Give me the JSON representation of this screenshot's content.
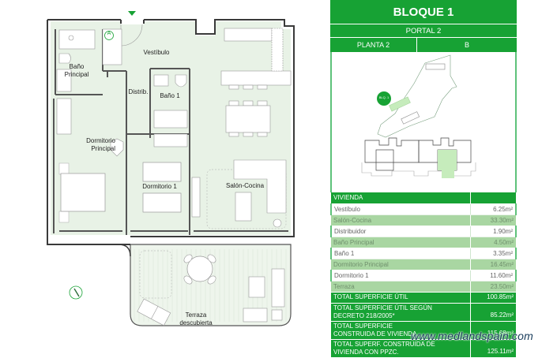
{
  "plan": {
    "rooms": {
      "vestibulo": "Vestíbulo",
      "bano_principal": [
        "Baño",
        "Principal"
      ],
      "distrib": "Distrib.",
      "bano_1": "Baño 1",
      "dormitorio_principal": [
        "Dormitorio",
        "Principal"
      ],
      "dormitorio_1": "Dormitorio 1",
      "salon_cocina": "Salón-Cocina",
      "terraza": [
        "Terraza",
        "descubierta"
      ]
    },
    "laundry_marker": "A",
    "entrance_marker_color": "#17a234",
    "fill_color": "#e8f2e6",
    "wall_color": "#3a3a3a"
  },
  "panel": {
    "title": "BLOQUE 1",
    "portal": "PORTAL 2",
    "planta": "PLANTA 2",
    "letra": "B",
    "site_badge": "BLQ. 1",
    "accent_color": "#17a234",
    "highlight_color": "#a9d6a2"
  },
  "table": {
    "header": "VIVIENDA",
    "rooms": [
      {
        "name": "Vestíbulo",
        "area": "6.25m²",
        "style": "w"
      },
      {
        "name": "Salón-Cocina",
        "area": "33.30m²",
        "style": "l"
      },
      {
        "name": "Distribuidor",
        "area": "1.90m²",
        "style": "w"
      },
      {
        "name": "Baño Principal",
        "area": "4.50m²",
        "style": "l"
      },
      {
        "name": "Baño 1",
        "area": "3.35m²",
        "style": "w"
      },
      {
        "name": "Dormitorio Principal",
        "area": "16.45m²",
        "style": "l"
      },
      {
        "name": "Dormitorio 1",
        "area": "11.60m²",
        "style": "w"
      },
      {
        "name": "Terraza",
        "area": "23.50m²",
        "style": "l"
      }
    ],
    "totals": [
      {
        "label_1": "TOTAL SUPERFICIE ÚTIL",
        "label_2": "",
        "area": "100.85m²"
      },
      {
        "label_1": "TOTAL SUPERFICIE ÚTIL SEGÚN",
        "label_2": "DECRETO 218/2005*",
        "area": "85.22m²"
      },
      {
        "label_1": "TOTAL SUPERFICIE",
        "label_2": "CONSTRUIDA DE VIVIENDA",
        "area": "115.68m²"
      },
      {
        "label_1": "TOTAL SUPERF. CONSTRUIDA DE",
        "label_2": "VIVIENDA CON PPZC.",
        "area": "125.11m²"
      }
    ]
  },
  "watermark": "www.medlandspain.com"
}
